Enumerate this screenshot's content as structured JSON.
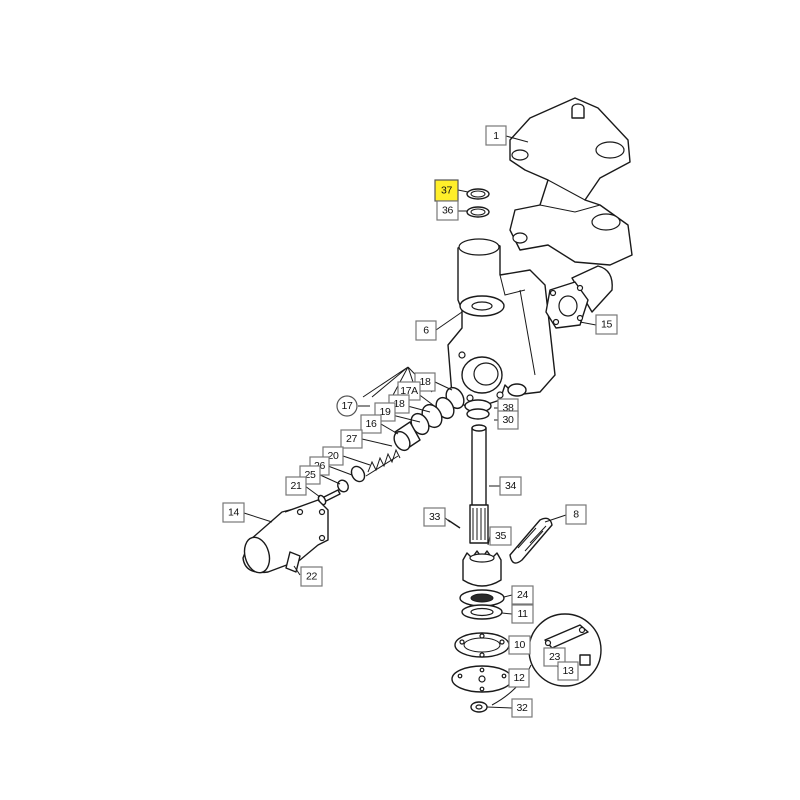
{
  "diagram": {
    "highlight_color": "#ffef2a",
    "labels": [
      {
        "id": "1",
        "text": "1"
      },
      {
        "id": "37",
        "text": "37",
        "highlighted": true
      },
      {
        "id": "36",
        "text": "36"
      },
      {
        "id": "6",
        "text": "6"
      },
      {
        "id": "15",
        "text": "15"
      },
      {
        "id": "18a",
        "text": "18"
      },
      {
        "id": "17A",
        "text": "17A"
      },
      {
        "id": "17",
        "text": "17",
        "shape": "circle"
      },
      {
        "id": "18b",
        "text": "18"
      },
      {
        "id": "19",
        "text": "19"
      },
      {
        "id": "16",
        "text": "16"
      },
      {
        "id": "27",
        "text": "27"
      },
      {
        "id": "38",
        "text": "38"
      },
      {
        "id": "30",
        "text": "30"
      },
      {
        "id": "20",
        "text": "20"
      },
      {
        "id": "26",
        "text": "26"
      },
      {
        "id": "25",
        "text": "25"
      },
      {
        "id": "21",
        "text": "21"
      },
      {
        "id": "34",
        "text": "34"
      },
      {
        "id": "14",
        "text": "14"
      },
      {
        "id": "33",
        "text": "33"
      },
      {
        "id": "8",
        "text": "8"
      },
      {
        "id": "35",
        "text": "35"
      },
      {
        "id": "22",
        "text": "22"
      },
      {
        "id": "24",
        "text": "24"
      },
      {
        "id": "11",
        "text": "11"
      },
      {
        "id": "10",
        "text": "10"
      },
      {
        "id": "23",
        "text": "23"
      },
      {
        "id": "13",
        "text": "13"
      },
      {
        "id": "12",
        "text": "12"
      },
      {
        "id": "32",
        "text": "32"
      }
    ]
  }
}
